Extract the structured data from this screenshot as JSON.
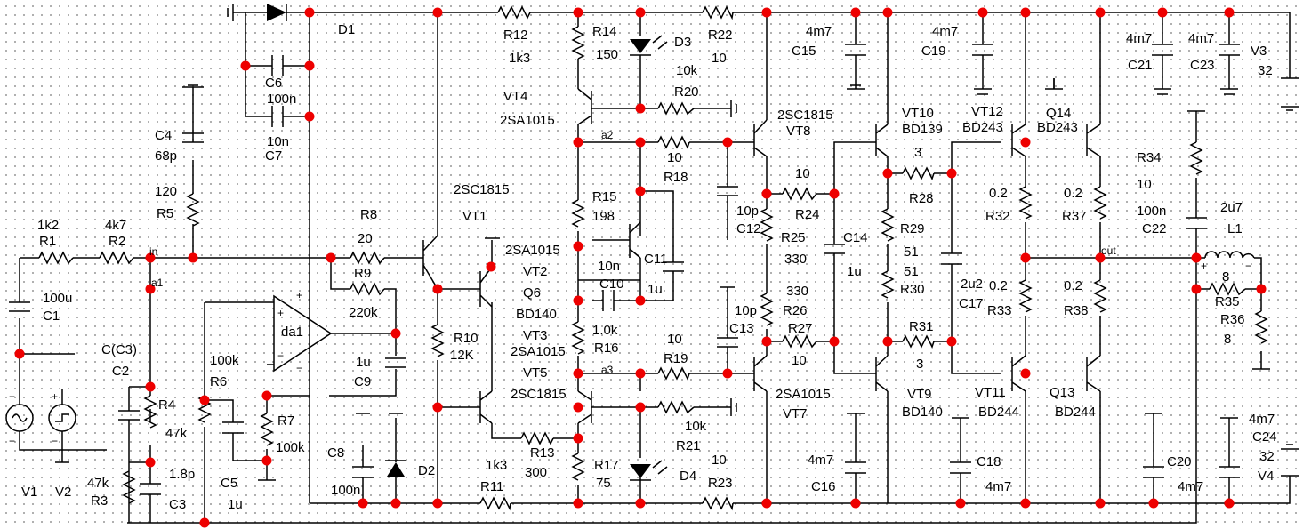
{
  "labels": {
    "D1": "D1",
    "D2": "D2",
    "D3": "D3",
    "D4": "D4",
    "C6": "C6",
    "C6v": "100n",
    "C7v": "10n",
    "C7": "C7",
    "C4": "C4",
    "C4v": "68p",
    "R5v": "120",
    "R5": "R5",
    "R1v": "1k2",
    "R1": "R1",
    "R2v": "4k7",
    "R2": "R2",
    "in": "in",
    "a1": "a1",
    "C1v": "100u",
    "C1": "C1",
    "C2v": "C(C3)",
    "C2": "C2",
    "R4": "R4",
    "R4v": "47k",
    "R3v": "47k",
    "R3": "R3",
    "C3v": "1.8p",
    "C3": "C3",
    "V1": "V1",
    "V2": "V2",
    "R6v": "100k",
    "R6": "R6",
    "C5": "C5",
    "C5v": "1u",
    "R7": "R7",
    "R7v": "100k",
    "da1": "da1",
    "R8": "R8",
    "R8v": "20",
    "R9": "R9",
    "R9v": "220k",
    "C9v": "1u",
    "C9": "C9",
    "C8": "C8",
    "C8v": "100n",
    "R12": "R12",
    "R12v": "1k3",
    "R14": "R14",
    "R14v": "150",
    "VT4": "VT4",
    "VT4t": "2SA1015",
    "VT1t": "2SC1815",
    "VT1": "VT1",
    "R10": "R10",
    "R10v": "12K",
    "VT2t": "2SA1015",
    "VT2": "VT2",
    "Q6": "Q6",
    "Q6t": "BD140",
    "VT3": "VT3",
    "VT3t": "2SA1015",
    "VT5": "VT5",
    "VT5t": "2SC1815",
    "R13": "R13",
    "R13v": "300",
    "R11v": "1k3",
    "R11": "R11",
    "R17": "R17",
    "R17v": "75",
    "a2": "a2",
    "a3": "a3",
    "R15": "R15",
    "R15v": "198",
    "C10v": "10n",
    "C10": "C10",
    "R16v": "1.0k",
    "R16": "R16",
    "C11": "C11",
    "C11v": "1u",
    "R18v": "10",
    "R18": "R18",
    "R19v": "10",
    "R19": "R19",
    "R20v": "10k",
    "R20": "R20",
    "R21v": "10k",
    "R21": "R21",
    "R22": "R22",
    "R22v": "10",
    "R23v": "10",
    "R23": "R23",
    "VT8t": "2SC1815",
    "VT8": "VT8",
    "VT7t": "2SA1015",
    "VT7": "VT7",
    "C12v": "10p",
    "C12": "C12",
    "C13v": "10p",
    "C13": "C13",
    "R24v": "10",
    "R24": "R24",
    "R25": "R25",
    "R25v": "330",
    "R26v": "330",
    "R26": "R26",
    "R27": "R27",
    "R27v": "10",
    "C15v": "4m7",
    "C15": "C15",
    "C19v": "4m7",
    "C19": "C19",
    "C14": "C14",
    "C14v": "1u",
    "VT10": "VT10",
    "VT10t": "BD139",
    "R28v": "3",
    "R28": "R28",
    "R29": "R29",
    "R29v": "51",
    "R30v": "51",
    "R30": "R30",
    "R31": "R31",
    "R31v": "3",
    "VT9": "VT9",
    "VT9t": "BD140",
    "C16v": "4m7",
    "C16": "C16",
    "C18": "C18",
    "C18v": "4m7",
    "VT12": "VT12",
    "VT12t": "BD243",
    "Q14": "Q14",
    "Q14t": "BD243",
    "R32v": "0.2",
    "R32": "R32",
    "R37v": "0.2",
    "R37": "R37",
    "C17v": "2u2",
    "C17": "C17",
    "R33v": "0.2",
    "R33": "R33",
    "R38v": "0.2",
    "R38": "R38",
    "VT11": "VT11",
    "VT11t": "BD244",
    "Q13": "Q13",
    "Q13t": "BD244",
    "C21v": "4m7",
    "C21": "C21",
    "C23v": "4m7",
    "C23": "C23",
    "V3": "V3",
    "V3v": "32",
    "R34": "R34",
    "R34v": "10",
    "C22v": "100n",
    "C22": "C22",
    "out": "out",
    "L1v": "2u7",
    "L1": "L1",
    "R35v": "8",
    "R35": "R35",
    "R36": "R36",
    "R36v": "8",
    "C20": "C20",
    "C20v": "4m7",
    "C24v": "4m7",
    "C24": "C24",
    "V4v": "32",
    "V4": "V4"
  }
}
